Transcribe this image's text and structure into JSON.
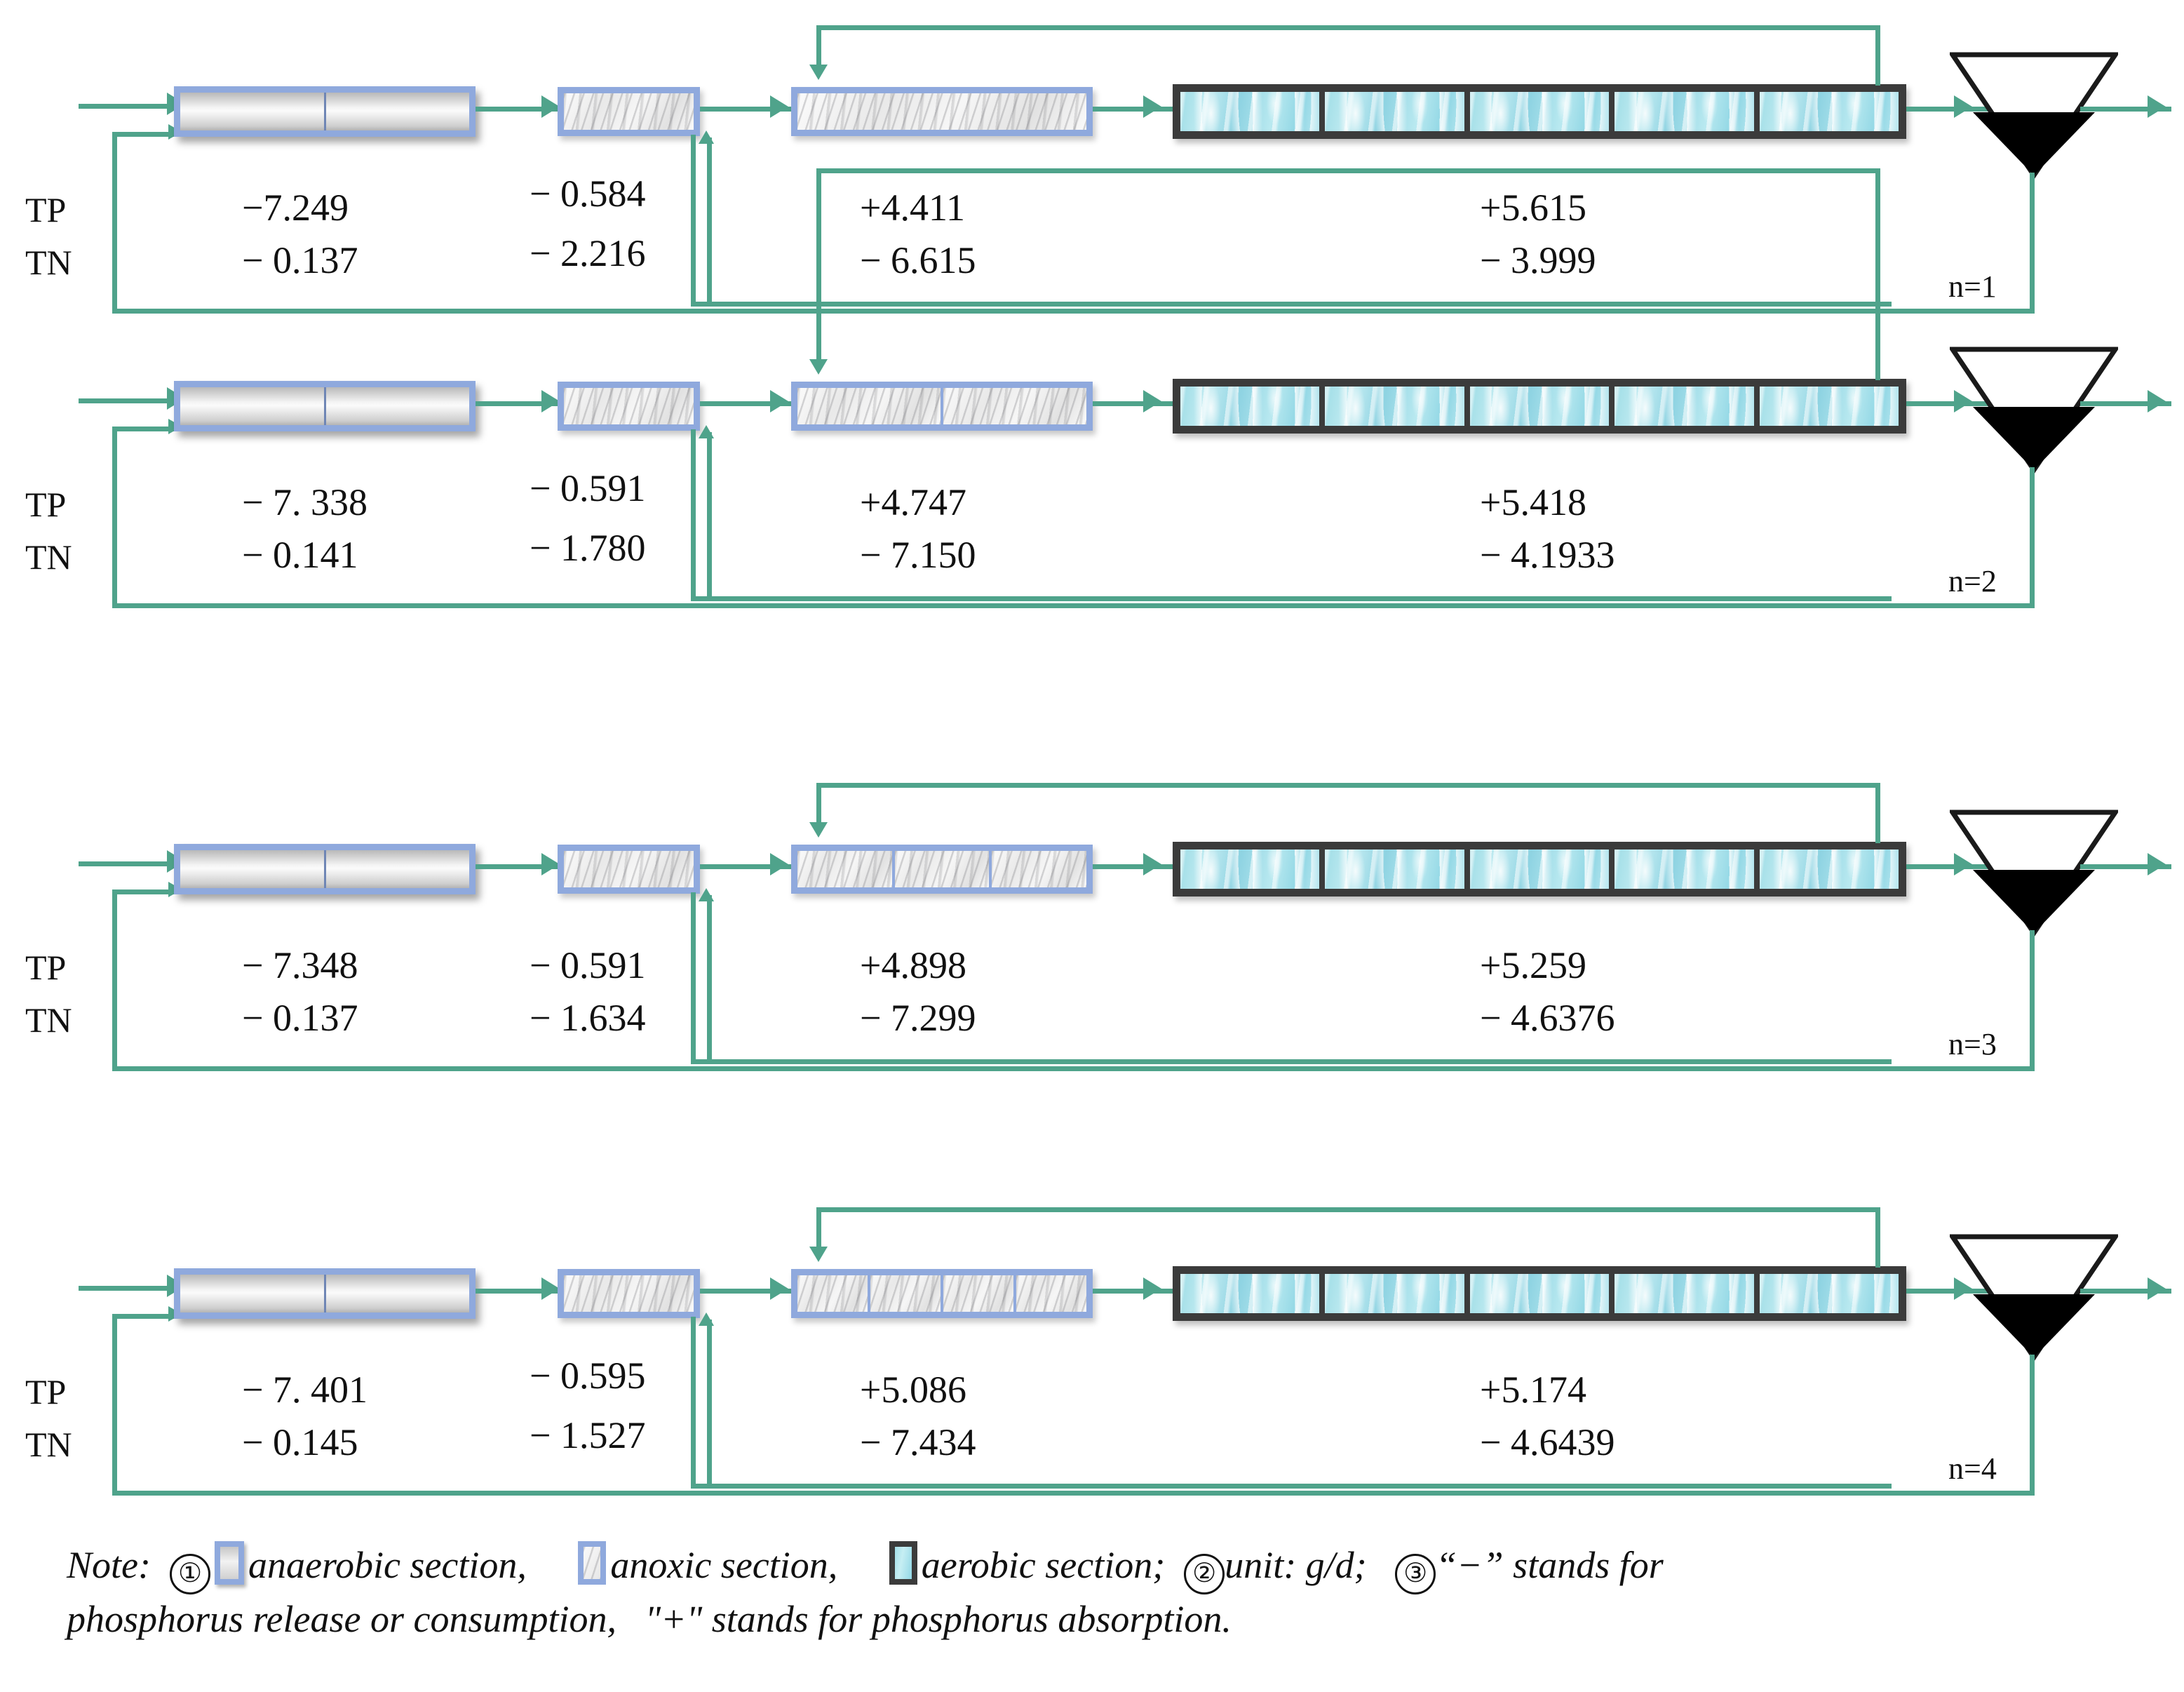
{
  "diagram": {
    "row_labels": {
      "tp": "TP",
      "tn": "TN"
    },
    "rows": [
      {
        "n_label": "n=1",
        "anaerobic": {
          "cells": 2,
          "tp": "−7.249",
          "tn": "− 0.137"
        },
        "anoxic1": {
          "cells": 1,
          "tp": "− 0.584",
          "tn": "− 2.216"
        },
        "anoxic2": {
          "cells": 1,
          "tp": "+4.411",
          "tn": "− 6.615"
        },
        "aerobic": {
          "cells": 5,
          "tp": "+5.615",
          "tn": "− 3.999"
        }
      },
      {
        "n_label": "n=2",
        "anaerobic": {
          "cells": 2,
          "tp": "− 7. 338",
          "tn": "− 0.141"
        },
        "anoxic1": {
          "cells": 1,
          "tp": "− 0.591",
          "tn": "− 1.780"
        },
        "anoxic2": {
          "cells": 2,
          "tp": "+4.747",
          "tn": "− 7.150"
        },
        "aerobic": {
          "cells": 5,
          "tp": "+5.418",
          "tn": "− 4.1933"
        }
      },
      {
        "n_label": "n=3",
        "anaerobic": {
          "cells": 2,
          "tp": "− 7.348",
          "tn": "− 0.137"
        },
        "anoxic1": {
          "cells": 1,
          "tp": "− 0.591",
          "tn": "− 1.634"
        },
        "anoxic2": {
          "cells": 3,
          "tp": "+4.898",
          "tn": "− 7.299"
        },
        "aerobic": {
          "cells": 5,
          "tp": "+5.259",
          "tn": "− 4.6376"
        }
      },
      {
        "n_label": "n=4",
        "anaerobic": {
          "cells": 2,
          "tp": "− 7. 401",
          "tn": "− 0.145"
        },
        "anoxic1": {
          "cells": 1,
          "tp": "− 0.595",
          "tn": "− 1.527"
        },
        "anoxic2": {
          "cells": 4,
          "tp": "+5.086",
          "tn": "− 7.434"
        },
        "aerobic": {
          "cells": 5,
          "tp": "+5.174",
          "tn": "− 4.6439"
        }
      }
    ]
  },
  "note": {
    "prefix": "Note:",
    "marker1": "①",
    "marker2": "②",
    "marker3": "③",
    "item1": "anaerobic section,",
    "item2": "anoxic section,",
    "item3": "aerobic section;",
    "unit_text": "unit: g/d;",
    "minus_text": "“−” stands for",
    "line2": "phosphorus release or consumption,   \"+\" stands for phosphorus absorption."
  },
  "colors": {
    "flow_line": "#4fa38b",
    "anaerobic_border": "#8fa9dd",
    "anoxic_border": "#8fa9dd",
    "aerobic_border": "#3b3b3b",
    "aerobic_fill": "#a3dfe8"
  }
}
